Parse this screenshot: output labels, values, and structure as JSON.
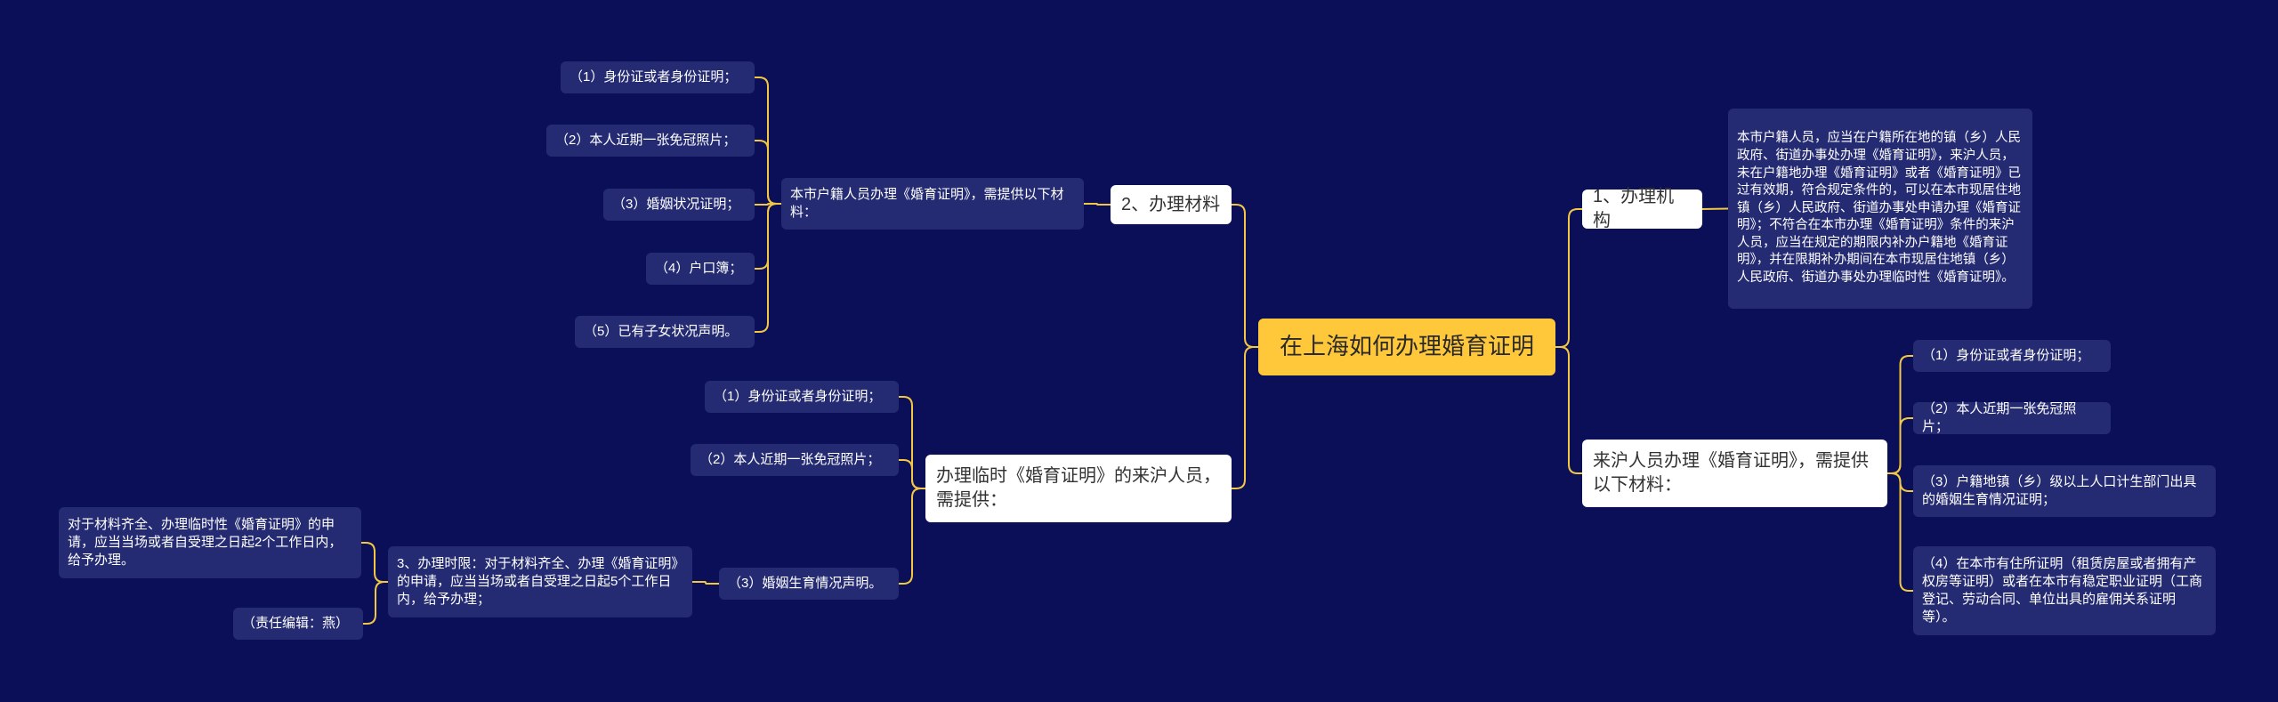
{
  "root": {
    "text": "在上海如何办理婚育证明"
  },
  "right": {
    "branch1": {
      "label": "1、办理机构",
      "detail": "本市户籍人员，应当在户籍所在地的镇（乡）人民政府、街道办事处办理《婚育证明》，来沪人员，未在户籍地办理《婚育证明》或者《婚育证明》已过有效期，符合规定条件的，可以在本市现居住地镇（乡）人民政府、街道办事处申请办理《婚育证明》；不符合在本市办理《婚育证明》条件的来沪人员，应当在规定的期限内补办户籍地《婚育证明》，并在限期补办期间在本市现居住地镇（乡）人民政府、街道办事处办理临时性《婚育证明》。"
    },
    "branch2": {
      "label": "来沪人员办理《婚育证明》，需提供以下材料：",
      "items": [
        "（1）身份证或者身份证明；",
        "（2）本人近期一张免冠照片；",
        "（3）户籍地镇（乡）级以上人口计生部门出具的婚姻生育情况证明；",
        "（4）在本市有住所证明（租赁房屋或者拥有产权房等证明）或者在本市有稳定职业证明（工商登记、劳动合同、单位出具的雇佣关系证明等）。"
      ]
    }
  },
  "left": {
    "branch1": {
      "label": "2、办理材料",
      "intro": "本市户籍人员办理《婚育证明》，需提供以下材料：",
      "items": [
        "（1）身份证或者身份证明；",
        "（2）本人近期一张免冠照片；",
        "（3）婚姻状况证明；",
        "（4）户口簿；",
        "（5）已有子女状况声明。"
      ]
    },
    "branch2": {
      "label": "办理临时《婚育证明》的来沪人员，需提供：",
      "items": [
        "（1）身份证或者身份证明；",
        "（2）本人近期一张免冠照片；",
        "（3）婚姻生育情况声明。"
      ],
      "sub": {
        "text": "3、办理时限：对于材料齐全、办理《婚育证明》的申请，应当当场或者自受理之日起5个工作日内，给予办理；",
        "children": [
          "对于材料齐全、办理临时性《婚育证明》的申请，应当当场或者自受理之日起2个工作日内，给予办理。",
          "（责任编辑：燕）"
        ]
      }
    }
  },
  "colors": {
    "background": "#0b0f57",
    "link": "#f2c744",
    "root": "#ffc73a",
    "leaf": "#252b72"
  }
}
